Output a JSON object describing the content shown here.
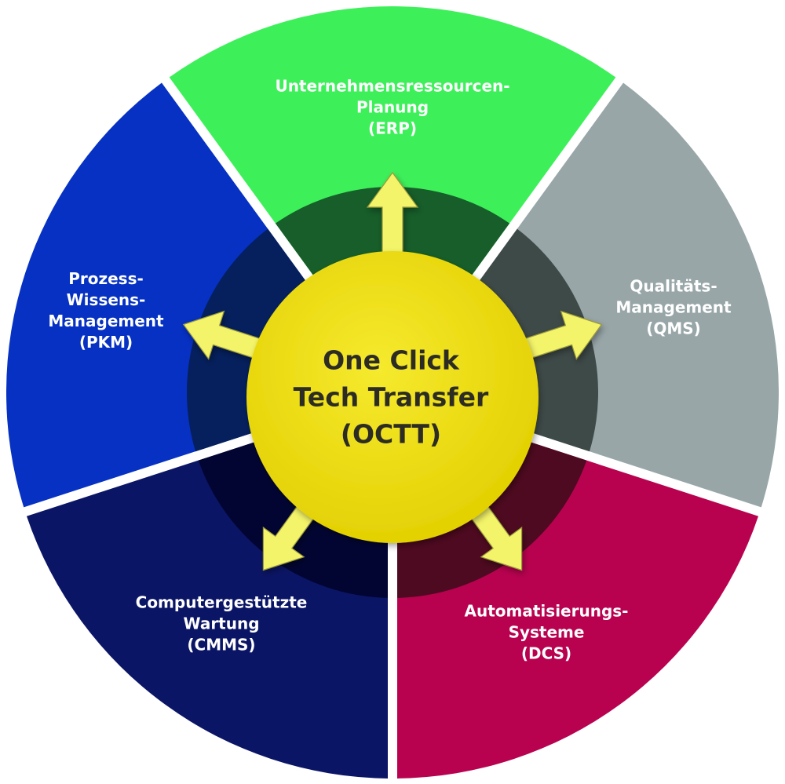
{
  "center": {
    "lines": [
      "One Click",
      "Tech Transfer",
      "(OCTT)"
    ],
    "fill": "#ecdb0c",
    "text_color": "#2c2c24"
  },
  "segments": [
    {
      "id": "erp",
      "lines": [
        "Unternehmensressourcen-",
        "Planung",
        "(ERP)"
      ],
      "color": "#3df05a",
      "inner_color": "#175e2a"
    },
    {
      "id": "qms",
      "lines": [
        "Qualitäts-",
        "Management",
        "(QMS)"
      ],
      "color": "#98a6a8",
      "inner_color": "#3e4a48"
    },
    {
      "id": "dcs",
      "lines": [
        "Automatisierungs-",
        "Systeme",
        "(DCS)"
      ],
      "color": "#b8024f",
      "inner_color": "#4e0a20"
    },
    {
      "id": "cmms",
      "lines": [
        "Computergestützte",
        "Wartung",
        "(CMMS)"
      ],
      "color": "#0b1565",
      "inner_color": "#020532"
    },
    {
      "id": "pkm",
      "lines": [
        "Prozess-",
        "Wissens-",
        "Management",
        "(PKM)"
      ],
      "color": "#0631c2",
      "inner_color": "#05205d"
    }
  ],
  "arrow_color": "#f4f46a",
  "arrow_stroke": "#9a9a3c"
}
